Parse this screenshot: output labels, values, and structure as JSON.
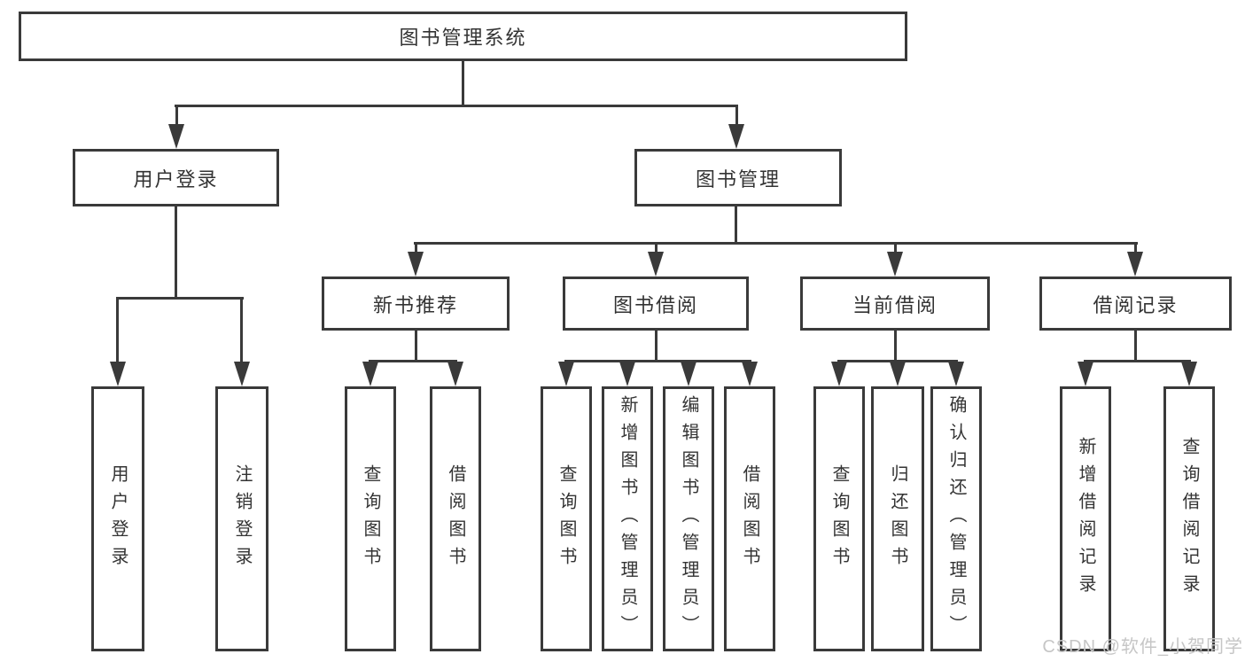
{
  "tree": {
    "root": {
      "label": "图书管理系统"
    },
    "branches": [
      {
        "label": "用户登录",
        "children": [
          {
            "label": "用户登录"
          },
          {
            "label": "注销登录"
          }
        ]
      },
      {
        "label": "图书管理",
        "children": [
          {
            "label": "新书推荐",
            "children": [
              {
                "label": "查询图书"
              },
              {
                "label": "借阅图书"
              }
            ]
          },
          {
            "label": "图书借阅",
            "children": [
              {
                "label": "查询图书"
              },
              {
                "label": "新增图书（管理员）"
              },
              {
                "label": "编辑图书（管理员）"
              },
              {
                "label": "借阅图书"
              }
            ]
          },
          {
            "label": "当前借阅",
            "children": [
              {
                "label": "查询图书"
              },
              {
                "label": "归还图书"
              },
              {
                "label": "确认归还（管理员）"
              }
            ]
          },
          {
            "label": "借阅记录",
            "children": [
              {
                "label": "新增借阅记录"
              },
              {
                "label": "查询借阅记录"
              }
            ]
          }
        ]
      }
    ]
  },
  "watermark": {
    "text": "CSDN @软件_小贺同学"
  },
  "colors": {
    "line": "#3a3a3a",
    "text": "#333333",
    "box_fill": "#ffffff",
    "background": "#ffffff",
    "watermark": "#c6c6c6"
  }
}
